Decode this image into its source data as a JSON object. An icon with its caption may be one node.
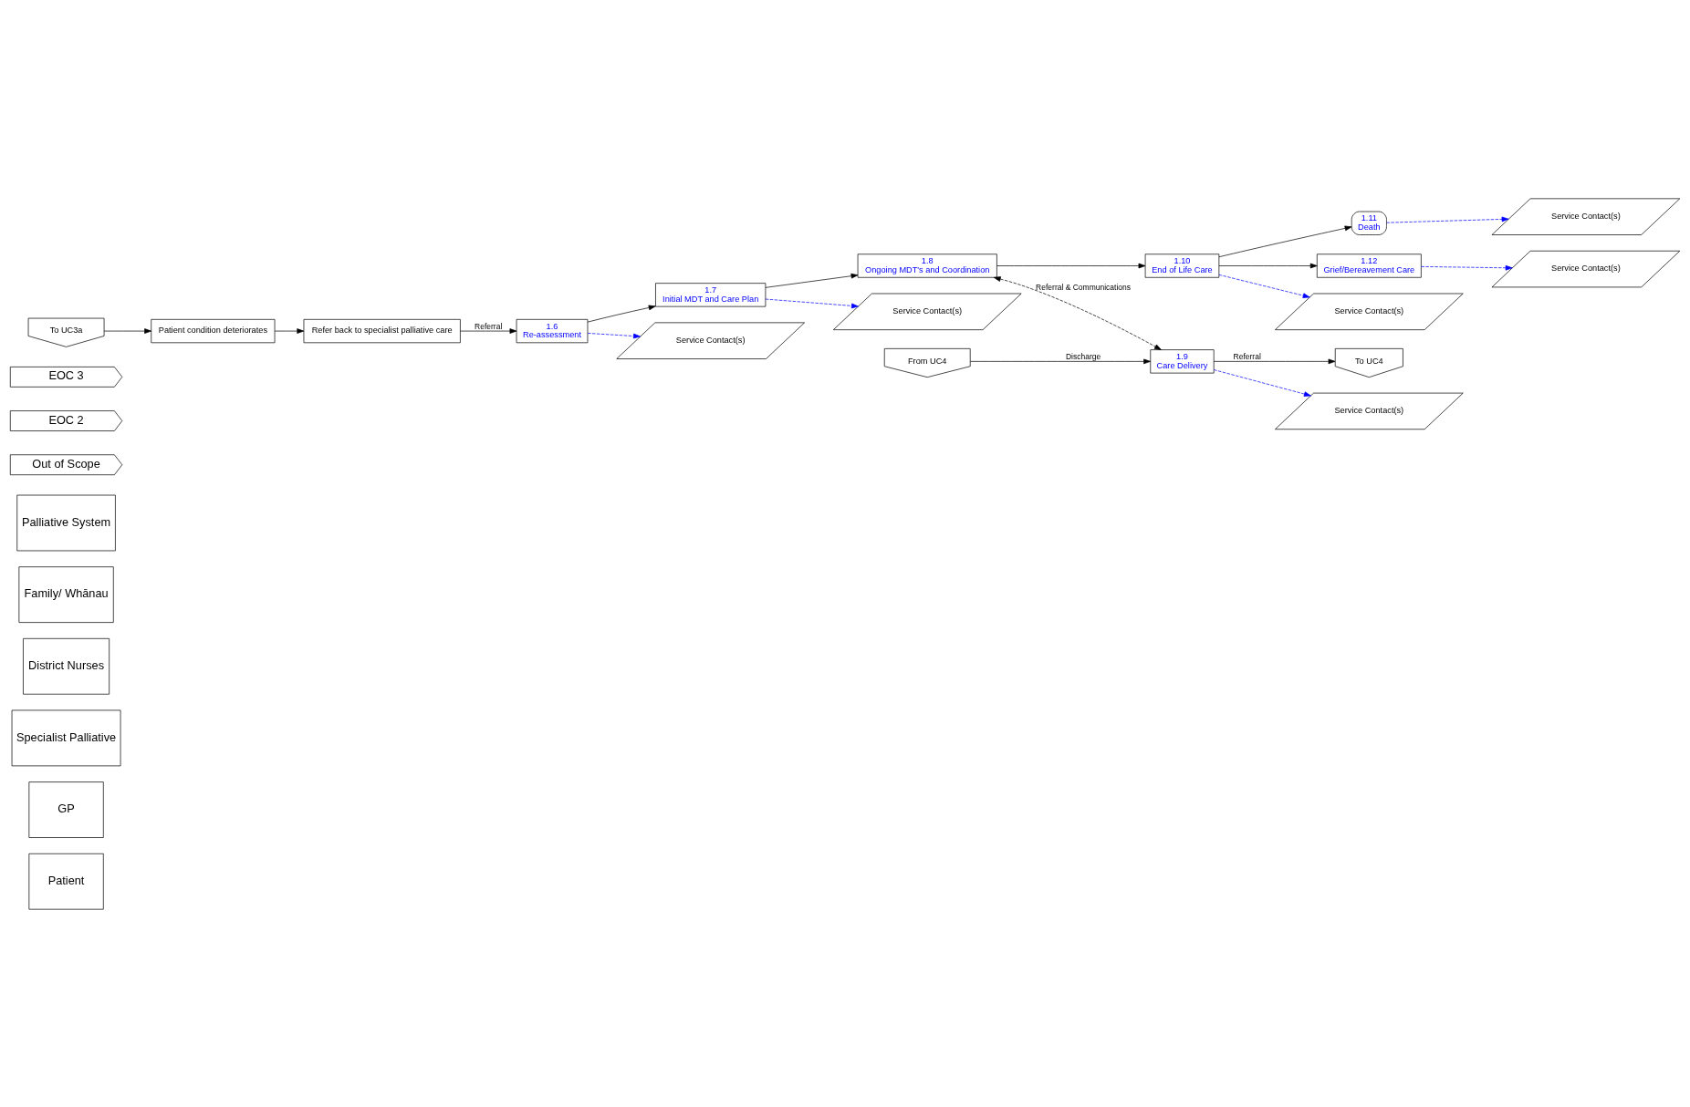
{
  "diagram": {
    "nodes": [
      {
        "text": [
          "Patient"
        ]
      },
      {
        "text": [
          "GP"
        ]
      },
      {
        "text": [
          "Specialist Palliative"
        ]
      },
      {
        "text": [
          "District Nurses"
        ]
      },
      {
        "text": [
          "Family/ Whānau"
        ]
      },
      {
        "text": [
          "Palliative System"
        ]
      },
      {
        "text": [
          "Out of Scope"
        ]
      },
      {
        "text": [
          "EOC 2"
        ]
      },
      {
        "text": [
          "EOC 3"
        ]
      },
      {
        "text": [
          "To UC3a"
        ]
      },
      {
        "text": [
          "Patient condition deteriorates"
        ]
      },
      {
        "text": [
          "Refer back to specialist palliative care"
        ]
      },
      {
        "text": [
          "To UC4"
        ]
      },
      {
        "text": [
          "From UC4"
        ]
      },
      {
        "text": [
          "1.11",
          "Death"
        ]
      },
      {
        "text": [
          "1.6",
          "Re-assessment"
        ]
      },
      {
        "text": [
          "1.7",
          "Initial MDT and Care Plan"
        ]
      },
      {
        "text": [
          "1.8",
          "Ongoing MDT's and Coordination"
        ]
      },
      {
        "text": [
          "1.10",
          "End of Life Care"
        ]
      },
      {
        "text": [
          "1.12",
          "Grief/Bereavement Care"
        ]
      },
      {
        "text": [
          "1.9",
          "Care Delivery"
        ]
      },
      {
        "text": [
          "Service Contact(s)"
        ]
      },
      {
        "text": [
          "Service Contact(s)"
        ]
      },
      {
        "text": [
          "Service Contact(s)"
        ]
      },
      {
        "text": [
          "Service Contact(s)"
        ]
      },
      {
        "text": [
          "Service Contact(s)"
        ]
      },
      {
        "text": [
          "Service Contact(s)"
        ]
      }
    ],
    "edges": [
      {
        "from": 9,
        "to": 10,
        "arrow": "to"
      },
      {
        "from": 10,
        "to": 11,
        "arrow": "to"
      },
      {
        "from": 11,
        "to": 15,
        "arrow": "to",
        "label": "Referral"
      },
      {
        "from": 15,
        "to": 16,
        "arrow": "to"
      },
      {
        "from": 16,
        "to": 17,
        "arrow": "to"
      },
      {
        "from": 17,
        "to": 18,
        "arrow": "to"
      },
      {
        "from": 18,
        "to": 14,
        "arrow": "to"
      },
      {
        "from": 18,
        "to": 19,
        "arrow": "to"
      },
      {
        "from": 20,
        "to": 12,
        "arrow": "to",
        "label": "Referral"
      },
      {
        "from": 13,
        "to": 20,
        "arrow": "to",
        "label": "Discharge"
      },
      {
        "from": 17,
        "to": 20,
        "arrow": "both",
        "style": "dashed",
        "label": "Referral & Communications"
      },
      {
        "from": 15,
        "to": 21,
        "arrow": "to",
        "style": "dashed",
        "color": "#0000ff"
      },
      {
        "from": 16,
        "to": 22,
        "arrow": "to",
        "style": "dashed",
        "color": "#0000ff"
      },
      {
        "from": 20,
        "to": 23,
        "arrow": "to",
        "style": "dashed",
        "color": "#0000ff"
      },
      {
        "from": 18,
        "to": 24,
        "arrow": "to",
        "style": "dashed",
        "color": "#0000ff"
      },
      {
        "from": 14,
        "to": 25,
        "arrow": "to",
        "style": "dashed",
        "color": "#0000ff"
      },
      {
        "from": 19,
        "to": 26,
        "arrow": "to",
        "style": "dashed",
        "color": "#0000ff"
      }
    ]
  }
}
